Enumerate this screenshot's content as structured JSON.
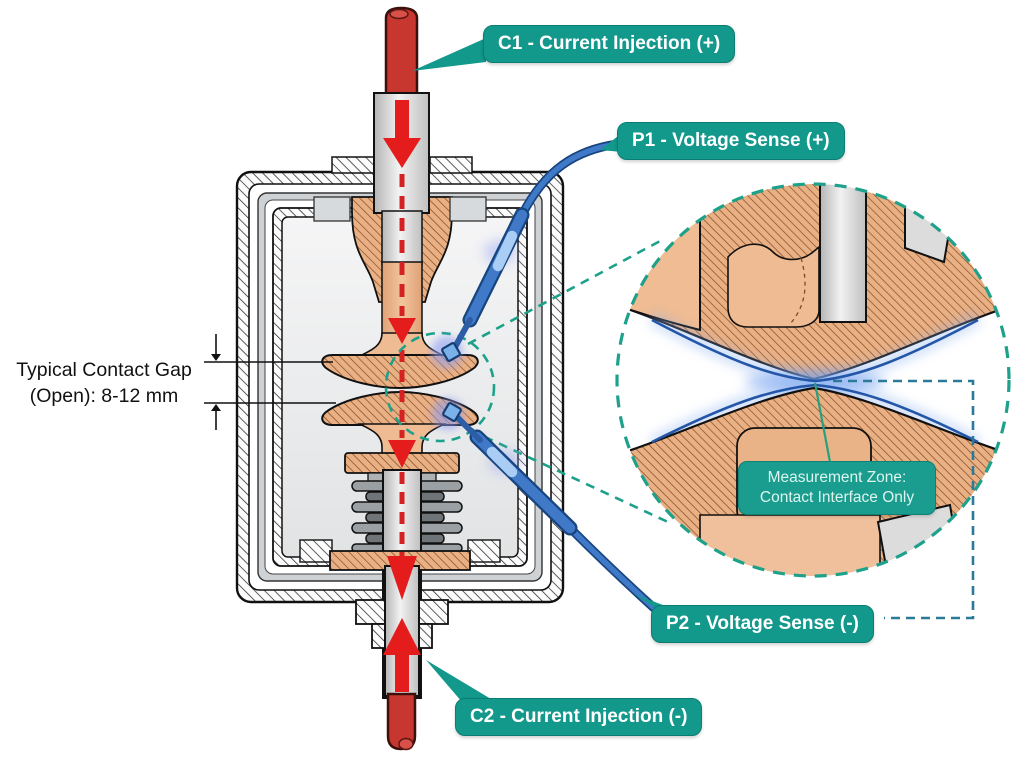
{
  "labels": {
    "c1": "C1 - Current Injection (+)",
    "p1": "P1 - Voltage Sense (+)",
    "p2": "P2 - Voltage Sense (-)",
    "c2": "C2 - Current Injection (-)"
  },
  "annotations": {
    "contact_gap_line1": "Typical Contact Gap",
    "contact_gap_line2": "(Open): 8-12 mm",
    "measurement_zone_line1": "Measurement Zone:",
    "measurement_zone_line2": "Contact Interface Only"
  },
  "colors": {
    "label_teal": "#13988c",
    "zoom_dashed_teal": "#1da18a",
    "link_dashed_blue_teal": "#2b7a99",
    "copper": "#e9b084",
    "copper_smooth": "#efbb92",
    "probe_blue": "#3f79c8",
    "probe_glow": "#8f9df2",
    "current_red": "#e51c1c"
  }
}
